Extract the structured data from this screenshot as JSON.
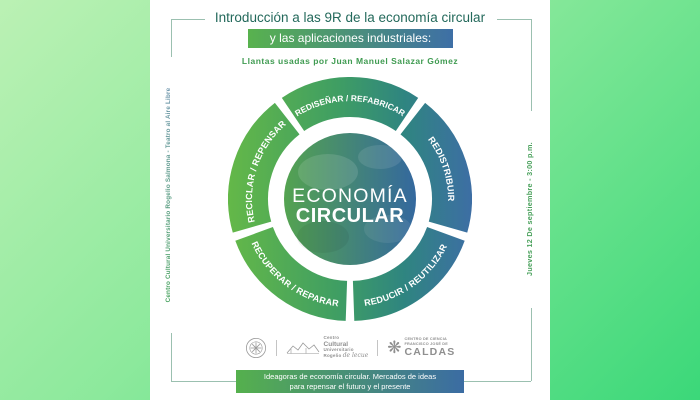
{
  "poster": {
    "title": "Introducción a las 9R de la economía circular",
    "subtitle": "y las aplicaciones industriales:",
    "speaker_line": "Llantas usadas por Juan Manuel Salazar Gómez",
    "venue_vertical": "Centro Cultural Universitario Rogelio Salmona - Teatro al Aire Libre",
    "datetime_vertical": "Jueves 12 De septiembre - 3:00 p.m.",
    "footer_line1": "Ideagoras de economía circular. Mercados de ideas",
    "footer_line2": "para repensar el futuro y el presente"
  },
  "diagram": {
    "center_line1": "ECONOMÍA",
    "center_line2": "CIRCULAR",
    "segments": [
      {
        "label": "REDISEÑAR / REFABRICAR",
        "position": "top"
      },
      {
        "label": "REDISTRIBUIR",
        "position": "right"
      },
      {
        "label": "REDUCIR / REUTILIZAR",
        "position": "bottom-right"
      },
      {
        "label": "RECUPERAR / REPARAR",
        "position": "bottom-left"
      },
      {
        "label": "RECICLAR / REPENSAR",
        "position": "left"
      }
    ]
  },
  "logos": {
    "centro_cultural": {
      "line1": "Centro",
      "line2": "Cultural",
      "line3": "Universitario",
      "line4": "Rogelio",
      "signature": "de lecue"
    },
    "caldas": {
      "line1": "CENTRO DE CIENCIA",
      "line2": "FRANCISCO JOSÉ DE",
      "line3": "CALDAS"
    }
  },
  "icons": {
    "caldas_star": "❋"
  },
  "colors": {
    "background_light": "#bbf1b4",
    "background_dark": "#3bd879",
    "brand_green": "#58b24e",
    "brand_blue": "#3e6fa6",
    "title_green": "#23695b",
    "text_green": "#3f9b51",
    "frame_line": "#9bc0b0"
  }
}
